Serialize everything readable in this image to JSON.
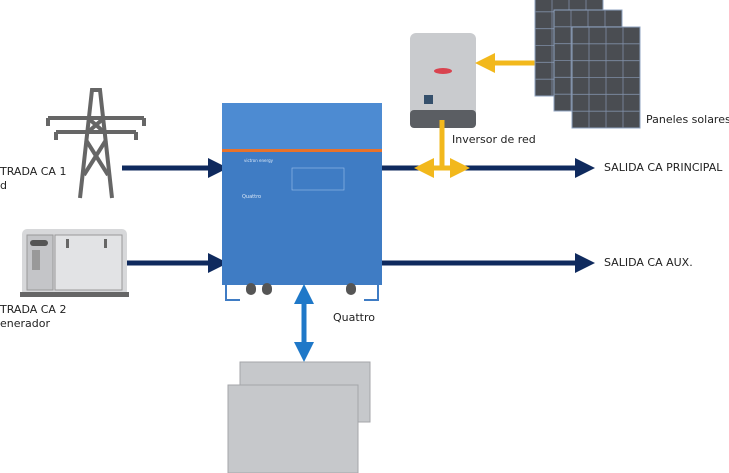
{
  "labels": {
    "input1_line1": "TRADA CA 1",
    "input1_line2": "d",
    "input2_line1": "TRADA CA 2",
    "input2_line2": "enerador",
    "quattro": "Quattro",
    "grid_inverter": "Inversor de red",
    "solar_panels": "Paneles solares",
    "main_output": "SALIDA CA PRINCIPAL",
    "aux_output": "SALIDA CA AUX."
  },
  "device_text": {
    "brand": "victron energy",
    "model": "Quattro"
  },
  "colors": {
    "ac_arrow": "#0f2a5e",
    "dc_arrow": "#1f78c8",
    "solar_arrow": "#f2b81c",
    "quattro_body": "#3f7cc4",
    "quattro_accent": "#e8722a",
    "panel": "#4a4d52",
    "equipment_gray": "#c9cbce"
  }
}
